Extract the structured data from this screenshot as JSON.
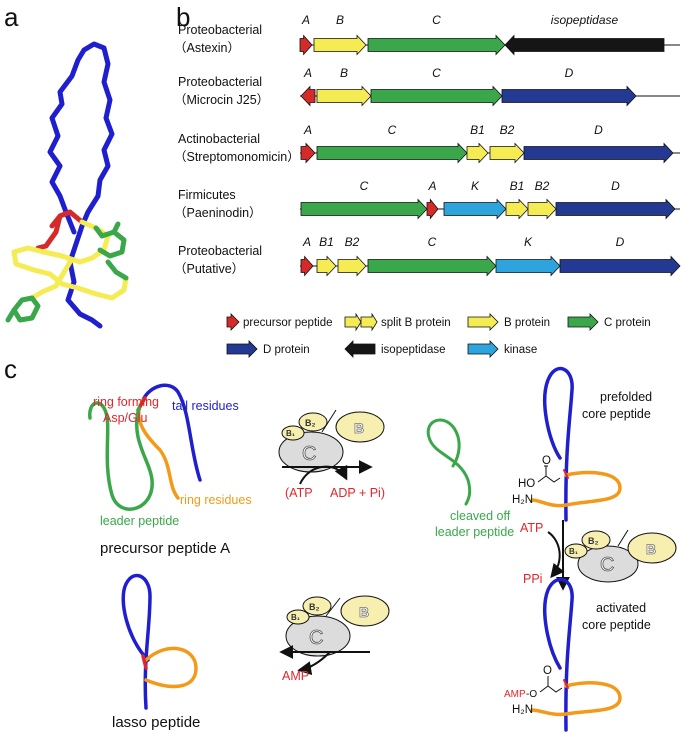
{
  "panels": {
    "a": "a",
    "b": "b",
    "c": "c"
  },
  "colors": {
    "red": "#d42a2a",
    "yellow": "#f4ec52",
    "green": "#3aa84a",
    "navy": "#243a92",
    "black": "#151515",
    "cyan": "#2ea4dc",
    "blue_chain": "#1f1fd0",
    "orange": "#f39a1a",
    "enzyme_grey": "#dcdcdc",
    "enzyme_cream": "#f7efb0",
    "text_red": "#e0262b"
  },
  "clusters": [
    {
      "name": "Proteobacterial",
      "sub": "（Astexin）",
      "genes": [
        {
          "label": "A",
          "type": "red"
        },
        {
          "label": "B",
          "type": "yellow"
        },
        {
          "label": "C",
          "type": "green"
        },
        {
          "label": "isopeptidase",
          "type": "black"
        }
      ]
    },
    {
      "name": "Proteobacterial",
      "sub": "（Microcin J25）",
      "genes": [
        {
          "label": "A",
          "type": "red"
        },
        {
          "label": "B",
          "type": "yellow"
        },
        {
          "label": "C",
          "type": "green"
        },
        {
          "label": "D",
          "type": "navy"
        }
      ]
    },
    {
      "name": "Actinobacterial",
      "sub": "（Streptomonomicin）",
      "genes": [
        {
          "label": "A",
          "type": "red"
        },
        {
          "label": "C",
          "type": "green"
        },
        {
          "label": "B1",
          "type": "yellow"
        },
        {
          "label": "B2",
          "type": "yellow"
        },
        {
          "label": "D",
          "type": "navy"
        }
      ]
    },
    {
      "name": "Firmicutes",
      "sub": "（Paeninodin）",
      "genes": [
        {
          "label": "C",
          "type": "green"
        },
        {
          "label": "A",
          "type": "red"
        },
        {
          "label": "K",
          "type": "cyan"
        },
        {
          "label": "B1",
          "type": "yellow"
        },
        {
          "label": "B2",
          "type": "yellow"
        },
        {
          "label": "D",
          "type": "navy"
        }
      ]
    },
    {
      "name": "Proteobacterial",
      "sub": "（Putative）",
      "genes": [
        {
          "label": "A",
          "type": "red"
        },
        {
          "label": "B1",
          "type": "yellow"
        },
        {
          "label": "B2",
          "type": "yellow"
        },
        {
          "label": "C",
          "type": "green"
        },
        {
          "label": "K",
          "type": "cyan"
        },
        {
          "label": "D",
          "type": "navy"
        }
      ]
    }
  ],
  "legend": [
    {
      "label": "precursor peptide",
      "type": "red"
    },
    {
      "label": "split B protein",
      "type": "splitB"
    },
    {
      "label": "B protein",
      "type": "yellow"
    },
    {
      "label": "C protein",
      "type": "green"
    },
    {
      "label": "D protein",
      "type": "navy"
    },
    {
      "label": "isopeptidase",
      "type": "black"
    },
    {
      "label": "kinase",
      "type": "cyan"
    }
  ],
  "panel_c": {
    "ring_forming_1": "ring forming",
    "ring_forming_2": "Asp/Glu",
    "tail_residues": "tail residues",
    "ring_residues": "ring residues",
    "leader_peptide": "leader peptide",
    "precursor_title": "precursor peptide A",
    "atp1": "(ATP",
    "adp_pi": "ADP + Pi)",
    "cleaved_1": "cleaved off",
    "cleaved_2": "leader peptide",
    "prefolded_1": "prefolded",
    "prefolded_2": "core peptide",
    "ho": "HO",
    "o": "O",
    "h2n": "H₂N",
    "atp2": "ATP",
    "ppi": "PPi",
    "activated_1": "activated",
    "activated_2": "core peptide",
    "amp_o": "AMP",
    "dash_o": "-O",
    "amp_out": "AMP",
    "lasso_title": "lasso peptide",
    "enzyme_c": "C",
    "enzyme_b": "B",
    "enzyme_b1": "B₁",
    "enzyme_b2": "B₂"
  }
}
